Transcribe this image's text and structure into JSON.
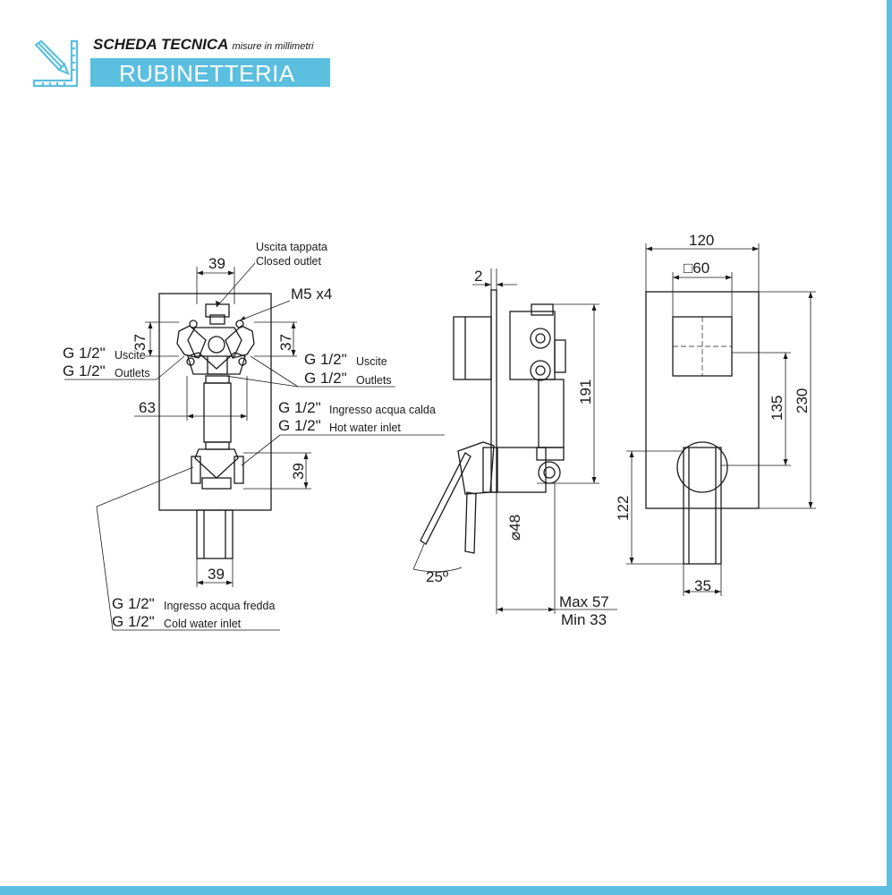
{
  "header": {
    "title": "SCHEDA TECNICA",
    "subtitle": "misure in millimetri",
    "band_label": "RUBINETTERIA",
    "accent_color": "#5bbfe0",
    "icon": "ruler-pencil-icon"
  },
  "front_view": {
    "dim_top_width": "39",
    "label_closed_it": "Uscita tappata",
    "label_closed_en": "Closed outlet",
    "label_screws": "M5 x4",
    "dim_left_height": "37",
    "dim_right_height": "37",
    "outlets_left_g": "G 1/2\"",
    "outlets_left_it": "Uscite",
    "outlets_left_g2": "G 1/2\"",
    "outlets_left_en": "Outlets",
    "outlets_right_g": "G 1/2\"",
    "outlets_right_it": "Uscite",
    "outlets_right_g2": "G 1/2\"",
    "outlets_right_en": "Outlets",
    "dim_mid_width": "63",
    "hot_g": "G 1/2\"",
    "hot_it": "Ingresso acqua calda",
    "hot_g2": "G 1/2\"",
    "hot_en": "Hot water inlet",
    "dim_lower_height": "39",
    "dim_bottom_width": "39",
    "cold_g": "G 1/2\"",
    "cold_it": "Ingresso acqua fredda",
    "cold_g2": "G 1/2\"",
    "cold_en": "Cold water inlet"
  },
  "side_view": {
    "dim_plate": "2",
    "dim_height": "191",
    "dim_diameter": "⌀48",
    "dim_angle": "25º",
    "dim_max": "Max 57",
    "dim_min": "Min 33"
  },
  "plate_view": {
    "dim_width": "120",
    "dim_square": "□60",
    "dim_inner": "135",
    "dim_height": "230",
    "dim_lower": "122",
    "dim_lever": "35"
  }
}
